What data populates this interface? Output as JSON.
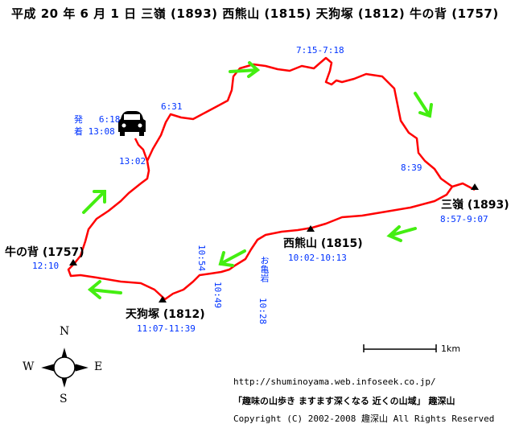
{
  "title": "平成 20 年 6 月 1 日  三嶺 (1893)  西熊山 (1815)  天狗塚 (1812)  牛の背 (1757)",
  "peaks": {
    "sanrei": {
      "name": "三嶺 (1893)",
      "time": "8:57-9:07"
    },
    "nishikuma": {
      "name": "西熊山 (1815)",
      "time": "10:02-10:13"
    },
    "tenguzuka": {
      "name": "天狗塚 (1812)",
      "time": "11:07-11:39"
    },
    "ushinose": {
      "name": "牛の背 (1757)",
      "time": "12:10"
    }
  },
  "start": {
    "depart_label": "発",
    "depart_time": "6:18",
    "arrive_label": "着",
    "arrive_time": "13:08"
  },
  "times": {
    "t631": "6:31",
    "t715": "7:15-7:18",
    "t839": "8:39",
    "t1302": "13:02",
    "t1054": "10:54",
    "t1049": "10:49",
    "t1028": "10:28"
  },
  "okameiwa": "お亀岩",
  "scale": "1km",
  "compass": {
    "n": "N",
    "s": "S",
    "e": "E",
    "w": "W"
  },
  "footer": {
    "url": "http://shuminoyama.web.infoseek.co.jp/",
    "tagline": "「趣味の山歩き ますます深くなる  近くの山域」  趣深山",
    "copyright": "Copyright (C) 2002-2008 趣深山 All Rights Reserved"
  },
  "colors": {
    "route": "#ff0000",
    "arrow": "#44ee11",
    "time": "#0033ff"
  }
}
